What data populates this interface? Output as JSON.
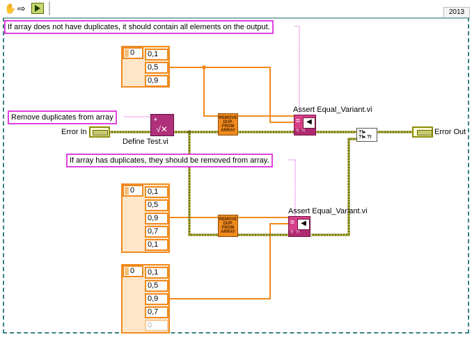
{
  "toolbar": {
    "version": "2013"
  },
  "comments": {
    "top": "If array does not have duplicates, it should contain all elements on the output.",
    "middle": "If array has duplicates, they should be removed from array.",
    "test_name": "Remove duplicates from array"
  },
  "arrays": [
    {
      "index": "0",
      "values": [
        "0,1",
        "0,5",
        "0,9"
      ]
    },
    {
      "index": "0",
      "values": [
        "0,1",
        "0,5",
        "0,9",
        "0,7",
        "0,1"
      ]
    },
    {
      "index": "0",
      "values": [
        "0,1",
        "0,5",
        "0,9",
        "0,7",
        "0"
      ]
    }
  ],
  "nodes": {
    "define_test": "Define Test.vi",
    "assert_1": "Assert Equal_Variant.vi",
    "assert_2": "Assert Equal_Variant.vi",
    "remove_dup_icon": "REMOVE DUP. FROM ARRAY",
    "error_in": "Error In",
    "error_out": "Error Out"
  },
  "colors": {
    "wire_numeric": "#f08a1e",
    "wire_error": "#8a8a00",
    "comment_border": "#e040e0",
    "frame_border": "#3a8080"
  }
}
